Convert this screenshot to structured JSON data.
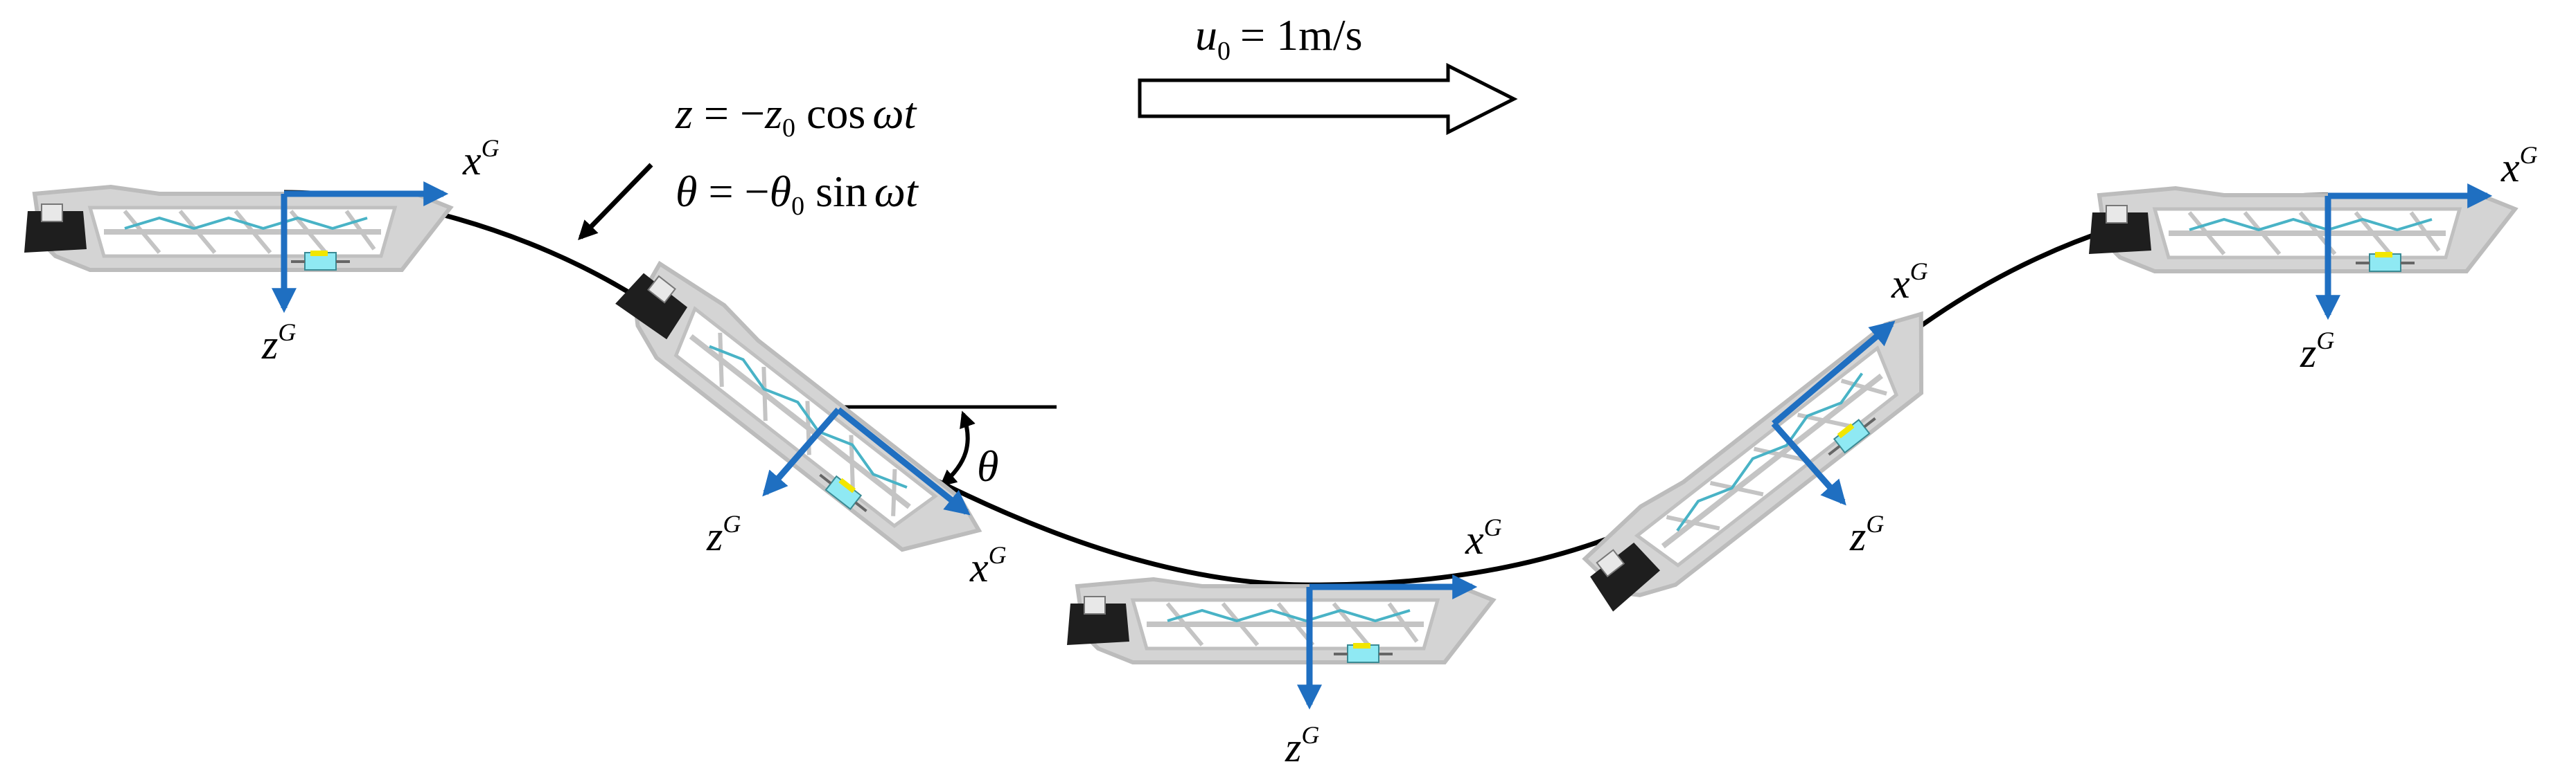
{
  "velocity": {
    "symbol": "u",
    "subscript": "0",
    "value": "= 1m/s"
  },
  "equations": {
    "heave": {
      "lhs": "z",
      "rhs_prefix": " = −",
      "amp": "z",
      "amp_sub": "0",
      "func": " cos",
      "arg": "ωt"
    },
    "pitch": {
      "lhs": "θ",
      "rhs_prefix": " = −",
      "amp": "θ",
      "amp_sub": "0",
      "func": " sin",
      "arg": "ωt"
    }
  },
  "angle_label": "θ",
  "axes": {
    "x_base": "x",
    "z_base": "z",
    "superscript": "G"
  },
  "colors": {
    "axis": "#1f6fc1",
    "path": "#000000",
    "body": "#c8c8c8",
    "hinge": "#333333",
    "payload": "#7fe6f0",
    "payload_accent": "#f2e600"
  },
  "frames": [
    {
      "id": "frame-1",
      "pitch_deg": 0
    },
    {
      "id": "frame-2",
      "pitch_deg": 38
    },
    {
      "id": "frame-3",
      "pitch_deg": 0
    },
    {
      "id": "frame-4",
      "pitch_deg": -38
    },
    {
      "id": "frame-5",
      "pitch_deg": 0
    }
  ]
}
